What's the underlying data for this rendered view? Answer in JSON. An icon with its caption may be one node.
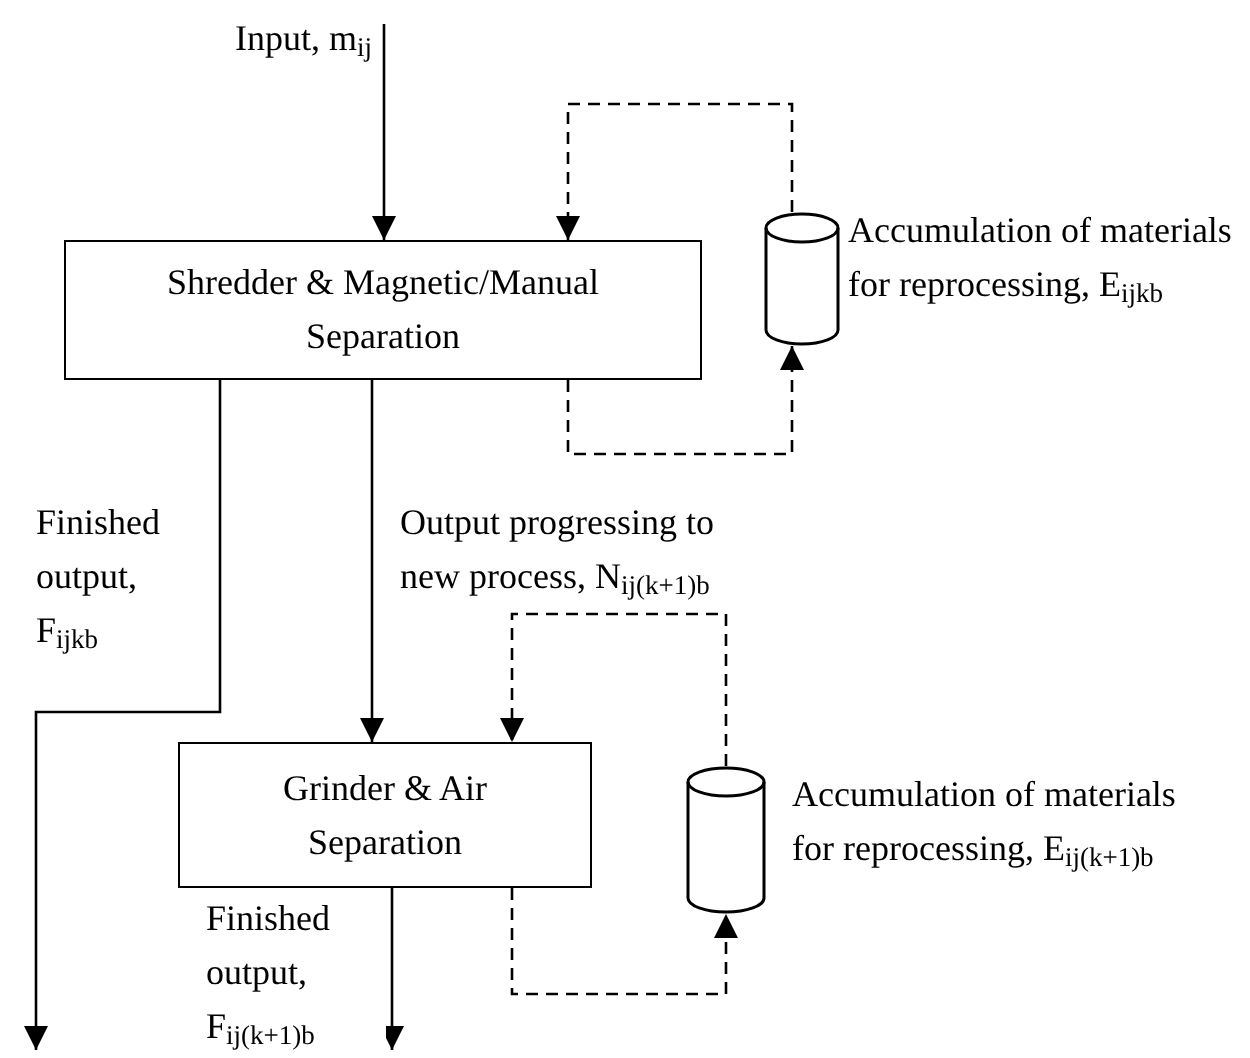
{
  "diagram": {
    "nodes": [
      {
        "text": [
          "Shredder & Magnetic/Manual Separation"
        ]
      },
      {
        "text": [],
        "shape": "cylinder",
        "beside": [
          "Accumulation of materials for reprocessing, E$_{ijkb}$"
        ]
      },
      {
        "text": [
          "Grinder & Air Separation"
        ]
      },
      {
        "text": [],
        "shape": "cylinder",
        "beside": [
          "Accumulation of materials for reprocessing, E$_{ij(k+1)b}$"
        ]
      }
    ],
    "edges": [
      {
        "from": null,
        "to": 0,
        "arrow": "to",
        "label": "Input, m$_{ij}$"
      },
      {
        "from": 0,
        "to": 1,
        "arrow": "to",
        "style": "dashed"
      },
      {
        "from": 1,
        "to": 0,
        "arrow": "to",
        "style": "dashed"
      },
      {
        "from": 0,
        "to": null,
        "arrow": "to",
        "label": "Finished output, F$_{ijkb}$"
      },
      {
        "from": 0,
        "to": 2,
        "arrow": "to",
        "label": "Output progressing to new process, N$_{ij(k+1)b}$"
      },
      {
        "from": 2,
        "to": 3,
        "arrow": "to",
        "style": "dashed"
      },
      {
        "from": 3,
        "to": 2,
        "arrow": "to",
        "style": "dashed"
      },
      {
        "from": 2,
        "to": null,
        "arrow": "to",
        "label": "Finished output, F$_{ij(k+1)b}$"
      }
    ]
  }
}
